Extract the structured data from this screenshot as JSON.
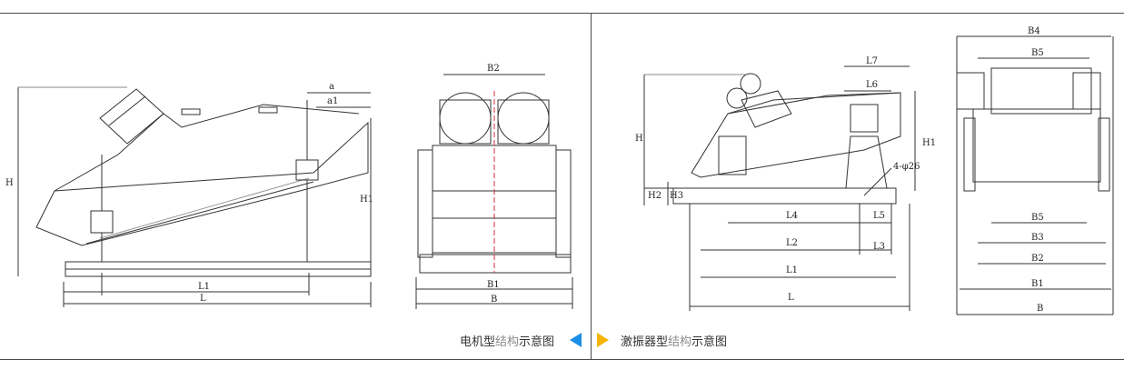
{
  "diagram_left": {
    "labels": {
      "a": "a",
      "a1": "a1",
      "H": "H",
      "H1": "H1",
      "L1": "L1",
      "L": "L"
    }
  },
  "diagram_mid": {
    "labels": {
      "B2": "B2",
      "B1": "B1",
      "B": "B"
    }
  },
  "diagram_right": {
    "labels": {
      "L7": "L7",
      "L6": "L6",
      "H": "H",
      "H1": "H1",
      "H2": "H2",
      "H3": "H3",
      "hole": "4-φ26",
      "L4": "L4",
      "L5": "L5",
      "L2": "L2",
      "L3": "L3",
      "L1": "L1",
      "L": "L"
    }
  },
  "diagram_far": {
    "labels": {
      "B4": "B4",
      "B5_top": "B5",
      "B5": "B5",
      "B3": "B3",
      "B2": "B2",
      "B1": "B1",
      "B": "B"
    }
  },
  "captions": {
    "motor_prefix": "电机型",
    "motor_hl": "结构",
    "motor_suffix": "示意图",
    "exciter_prefix": "激振器型",
    "exciter_hl": "结构",
    "exciter_suffix": "示意图"
  },
  "colors": {
    "line": "#4a4a4a",
    "arrow_left": "#1b8ee8",
    "arrow_right": "#f4b400"
  }
}
